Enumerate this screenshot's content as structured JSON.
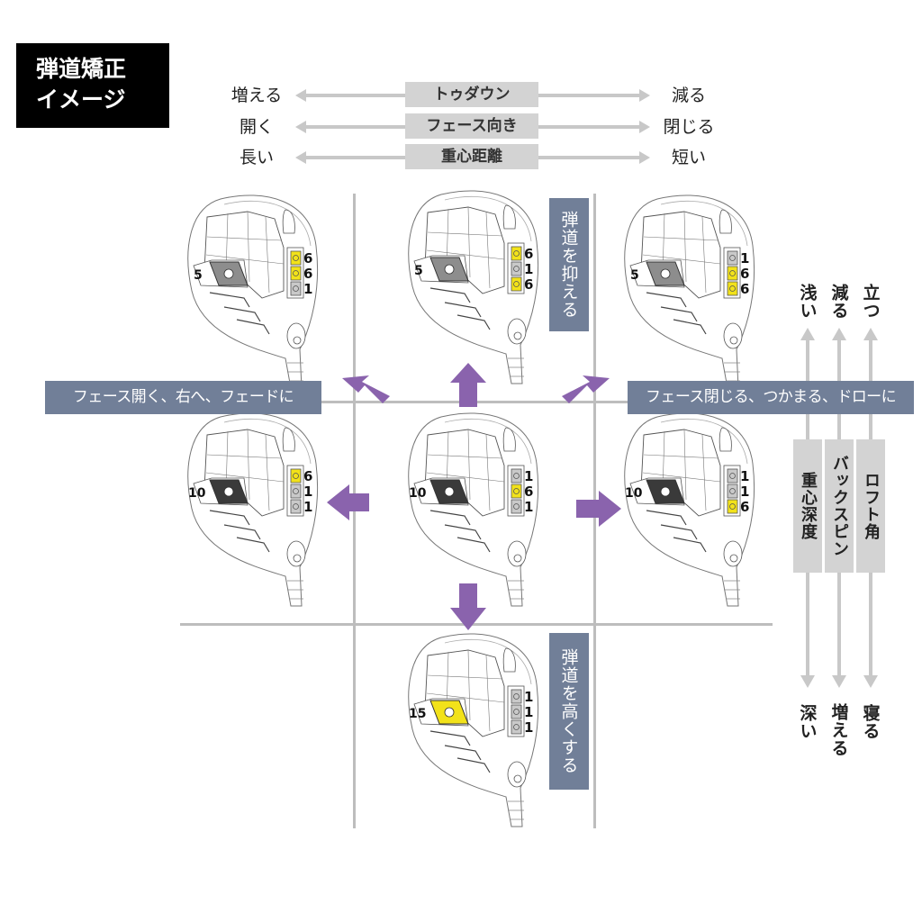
{
  "title": {
    "line1": "弾道矯正",
    "line2": "イメージ"
  },
  "rows": [
    {
      "left": "増える",
      "center": "トゥダウン",
      "right": "減る"
    },
    {
      "left": "開く",
      "center": "フェース向き",
      "right": "閉じる"
    },
    {
      "left": "長い",
      "center": "重心距離",
      "right": "短い"
    }
  ],
  "labels": {
    "suppress": "弾道を抑える",
    "raise": "弾道を高くする",
    "open_fade": "フェース開く、右へ、フェードに",
    "close_draw": "フェース閉じる、つかまる、ドローに"
  },
  "right_axes": [
    {
      "top": "浅い",
      "center": "重心深度",
      "bottom": "深い"
    },
    {
      "top": "減る",
      "center": "バックスピン",
      "bottom": "増える"
    },
    {
      "top": "立つ",
      "center": "ロフト角",
      "bottom": "寝る"
    }
  ],
  "heads": [
    {
      "id": "top-left",
      "plate": "5",
      "weights": [
        "6",
        "6",
        "1"
      ]
    },
    {
      "id": "top-center",
      "plate": "5",
      "weights": [
        "6",
        "1",
        "6"
      ]
    },
    {
      "id": "top-right",
      "plate": "5",
      "weights": [
        "1",
        "6",
        "6"
      ]
    },
    {
      "id": "middle-left",
      "plate": "10",
      "weights": [
        "6",
        "1",
        "1"
      ]
    },
    {
      "id": "middle-center",
      "plate": "10",
      "weights": [
        "1",
        "6",
        "1"
      ]
    },
    {
      "id": "middle-right",
      "plate": "10",
      "weights": [
        "1",
        "1",
        "6"
      ]
    },
    {
      "id": "bottom-center",
      "plate": "15",
      "weights": [
        "1",
        "1",
        "1"
      ]
    }
  ],
  "colors": {
    "heavy": "#f2e21a",
    "light": "#c9c9c9",
    "plate5": "#8d8d8d",
    "plate10": "#3a3a3a",
    "plate15": "#f2e21a",
    "arrow": "#8a63ad",
    "slate": "#717f98"
  }
}
